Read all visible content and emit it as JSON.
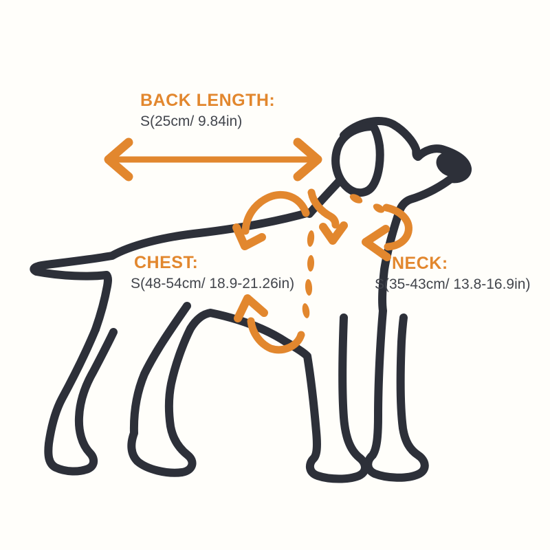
{
  "colors": {
    "background": "#FFFEFA",
    "accent_orange": "#E2872E",
    "outline_dark": "#2D3039",
    "value_text": "#42454C"
  },
  "size_guide": {
    "illustration": "dog-side-profile-line-art",
    "measurements": {
      "back_length": {
        "label": "BACK LENGTH:",
        "value": "S(25cm/ 9.84in)"
      },
      "chest": {
        "label": "CHEST:",
        "value": "S(48-54cm/ 18.9-21.26in)"
      },
      "neck": {
        "label": "NECK:",
        "value": "S(35-43cm/ 13.8-16.9in)"
      }
    }
  }
}
